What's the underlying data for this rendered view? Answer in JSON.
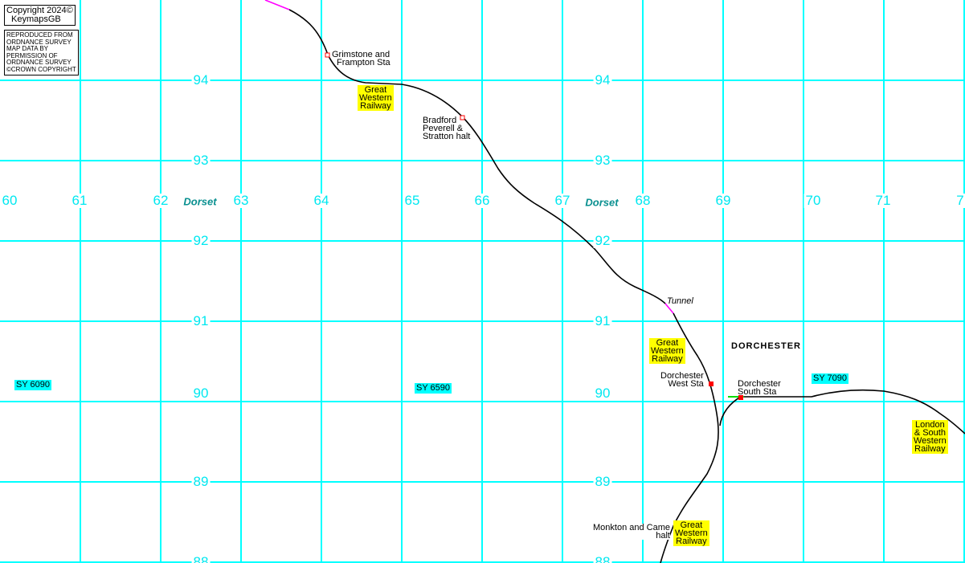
{
  "copyright": {
    "line1": "Copyright 2024©",
    "line2": "KeymapsGB"
  },
  "os_notice": [
    "REPRODUCED FROM",
    "ORDNANCE SURVEY",
    "MAP DATA BY",
    "PERMISSION OF",
    "ORDNANCE SURVEY",
    "©CROWN COPYRIGHT"
  ],
  "eastings": [
    "60",
    "61",
    "62",
    "63",
    "64",
    "65",
    "66",
    "67",
    "68",
    "69",
    "70",
    "71",
    "7"
  ],
  "northings_left": [
    "94",
    "93",
    "92",
    "91",
    "90",
    "89",
    "88"
  ],
  "northings_right": [
    "94",
    "93",
    "92",
    "91",
    "90",
    "89",
    "88"
  ],
  "county": "Dorset",
  "town": "DORCHESTER",
  "squares": [
    "SY 6090",
    "SY 6590",
    "SY 7090"
  ],
  "stations": {
    "grimstone": [
      "Grimstone and",
      "Frampton Sta"
    ],
    "bradford": [
      "Bradford",
      "Peverell &",
      "Stratton halt"
    ],
    "dorchester_west": [
      "Dorchester",
      "West Sta"
    ],
    "dorchester_south": [
      "Dorchester",
      "South Sta"
    ],
    "monkton": [
      "Monkton and Came",
      "halt"
    ]
  },
  "tunnel": "Tunnel",
  "railways": {
    "gwr": [
      "Great",
      "Western",
      "Railway"
    ],
    "lswr": [
      "London",
      "& South",
      "Western",
      "Railway"
    ]
  },
  "colors": {
    "grid": "#00ffff",
    "railway": "#000000",
    "tunnel": "#ff00ff",
    "station": "#ff0000",
    "company_label": "#ffff00"
  }
}
